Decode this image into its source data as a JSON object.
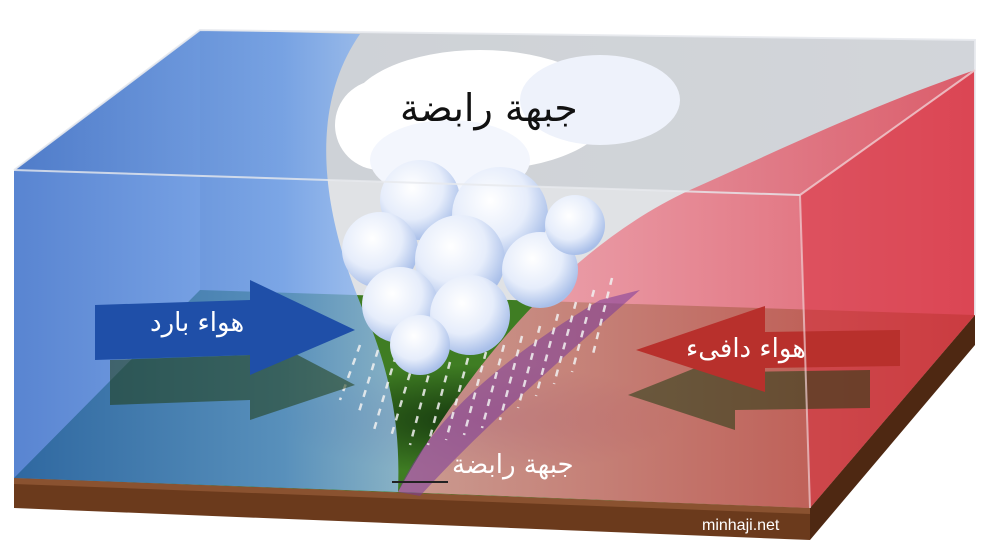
{
  "diagram": {
    "title": "جبهة رابضة",
    "front_label": "جبهة رابضة",
    "cold_air_label": "هواء بارد",
    "warm_air_label": "هواء دافىء",
    "watermark": "minhaji.net"
  },
  "colors": {
    "cold_air": "#2f6fd0",
    "warm_air": "#e04050",
    "ground": "#3f7d23",
    "soil": "#6b3a1c",
    "cold_arrow": "#1f4fa8",
    "warm_arrow": "#b8302c"
  }
}
